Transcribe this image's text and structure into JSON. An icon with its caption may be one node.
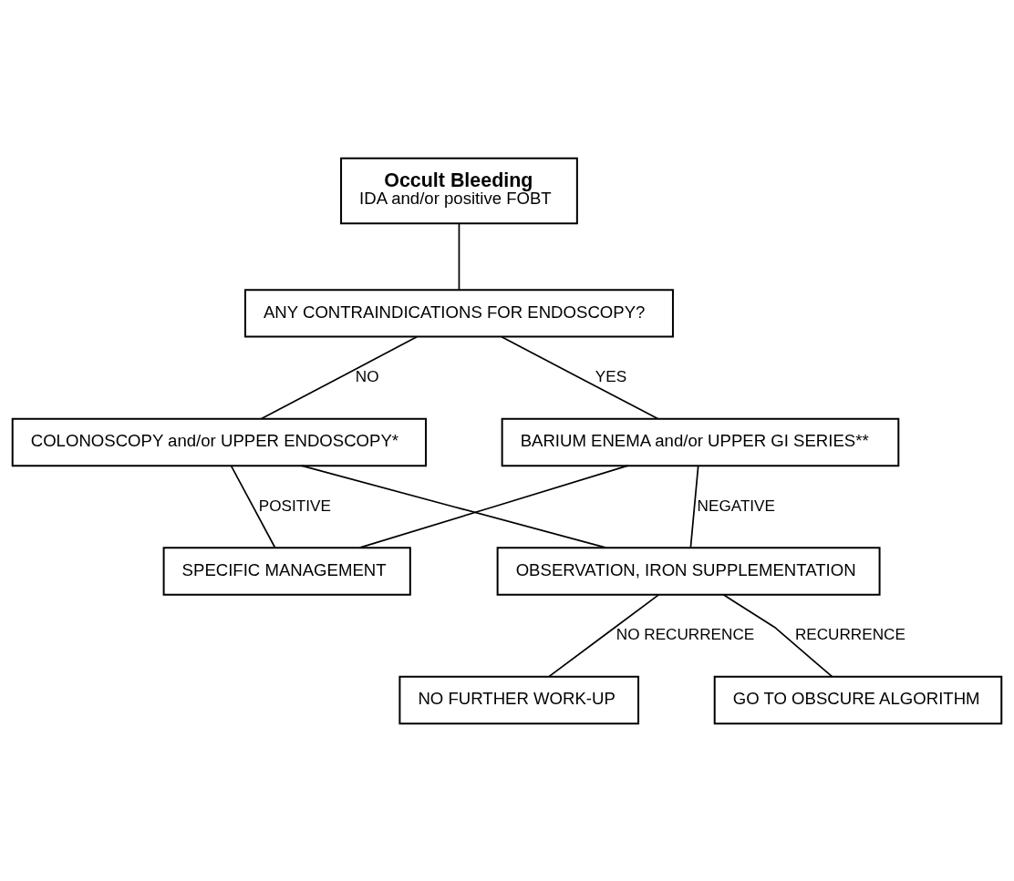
{
  "diagram": {
    "nodes": [
      {
        "text": [
          "Occult Bleeding",
          "IDA and/or positive FOBT"
        ]
      },
      {
        "text": [
          "ANY CONTRAINDICATIONS FOR ENDOSCOPY?"
        ]
      },
      {
        "text": [
          "COLONOSCOPY and/or UPPER ENDOSCOPY*"
        ]
      },
      {
        "text": [
          "BARIUM ENEMA and/or UPPER GI SERIES**"
        ]
      },
      {
        "text": [
          "SPECIFIC MANAGEMENT"
        ]
      },
      {
        "text": [
          "OBSERVATION, IRON SUPPLEMENTATION"
        ]
      },
      {
        "text": [
          "NO FURTHER WORK-UP"
        ]
      },
      {
        "text": [
          "GO TO OBSCURE ALGORITHM"
        ]
      }
    ],
    "edges": [
      {
        "from": 0,
        "to": 1,
        "arrow": "none"
      },
      {
        "from": 1,
        "to": 2,
        "arrow": "none",
        "label": "NO"
      },
      {
        "from": 1,
        "to": 3,
        "arrow": "none",
        "label": "YES"
      },
      {
        "from": 2,
        "to": 4,
        "arrow": "none",
        "label": "POSITIVE"
      },
      {
        "from": 2,
        "to": 5,
        "arrow": "none"
      },
      {
        "from": 3,
        "to": 4,
        "arrow": "none"
      },
      {
        "from": 3,
        "to": 5,
        "arrow": "none",
        "label": "NEGATIVE"
      },
      {
        "from": 5,
        "to": 6,
        "arrow": "none",
        "label": "NO RECURRENCE"
      },
      {
        "from": 5,
        "to": 7,
        "arrow": "none",
        "label": "RECURRENCE"
      }
    ]
  }
}
